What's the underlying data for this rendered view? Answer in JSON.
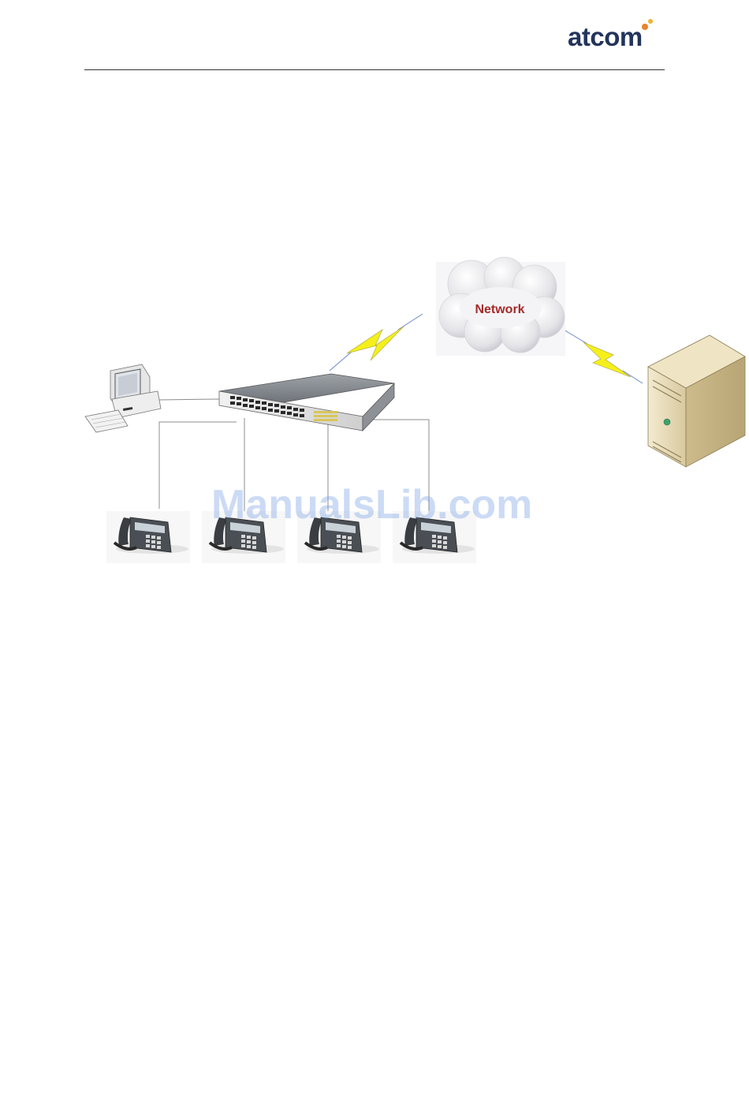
{
  "header": {
    "logo_text": "atcom",
    "logo_dot_colors": [
      "#e8842a",
      "#f2b233"
    ]
  },
  "diagram": {
    "cloud_label": "Network",
    "nodes": [
      "pc-computer",
      "ethernet-switch",
      "network-cloud",
      "server",
      "ip-phone-1",
      "ip-phone-2",
      "ip-phone-3",
      "ip-phone-4"
    ],
    "links": [
      {
        "from": "pc-computer",
        "to": "ethernet-switch",
        "type": "wired"
      },
      {
        "from": "ethernet-switch",
        "to": "ip-phone-1",
        "type": "wired"
      },
      {
        "from": "ethernet-switch",
        "to": "ip-phone-2",
        "type": "wired"
      },
      {
        "from": "ethernet-switch",
        "to": "ip-phone-3",
        "type": "wired"
      },
      {
        "from": "ethernet-switch",
        "to": "ip-phone-4",
        "type": "wired"
      },
      {
        "from": "ethernet-switch",
        "to": "network-cloud",
        "type": "lightning"
      },
      {
        "from": "network-cloud",
        "to": "server",
        "type": "lightning"
      }
    ],
    "colors": {
      "cloud_text": "#a52a2a",
      "lightning": "#f5f01a",
      "server_body": "#e9dcb8"
    }
  },
  "watermark": "ManualsLib.com"
}
